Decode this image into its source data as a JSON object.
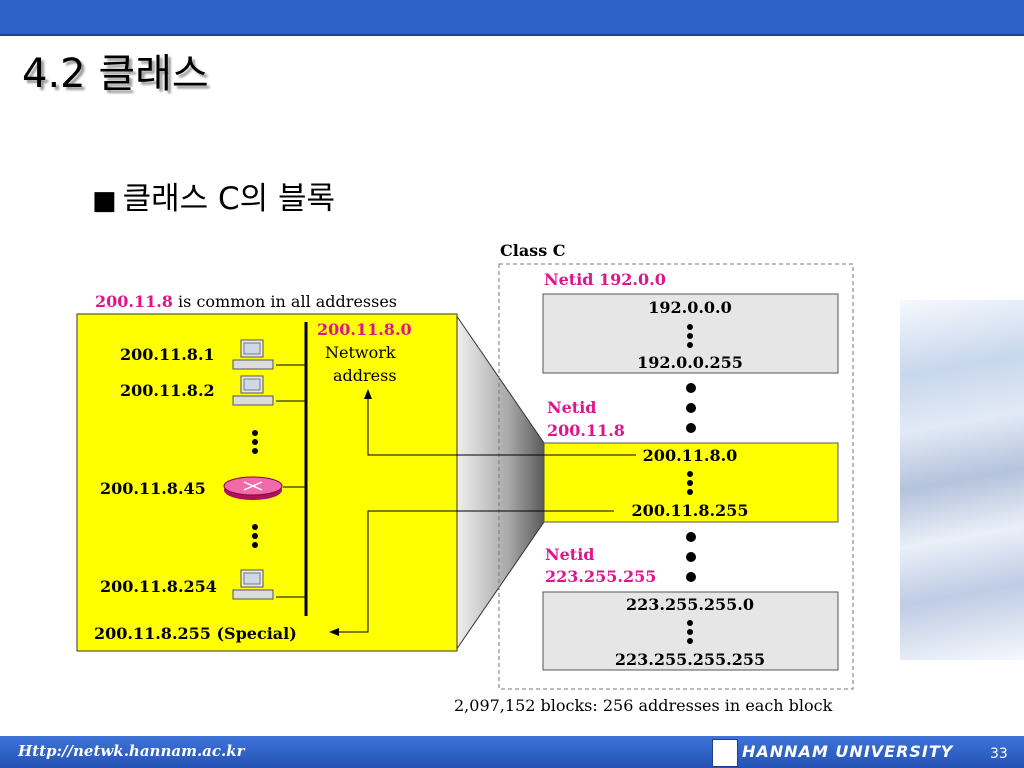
{
  "slide": {
    "title": "4.2 클래스",
    "bullet_marker": "■",
    "bullet": "클래스 C의 블록",
    "footer_url": "Http://netwk.hannam.ac.kr",
    "university": "HANNAM UNIVERSITY",
    "page": "33"
  },
  "diagram": {
    "class_title": "Class C",
    "common_prefix": "200.11.8",
    "common_suffix": " is common in all addresses",
    "hosts": [
      "200.11.8.1",
      "200.11.8.2",
      "200.11.8.45",
      "200.11.8.254"
    ],
    "special": "200.11.8.255 (Special)",
    "network_address": "200.11.8.0",
    "network_label_1": "Network",
    "network_label_2": "address",
    "blocks": [
      {
        "netid_label": "Netid 192.0.0",
        "first": "192.0.0.0",
        "last": "192.0.0.255"
      },
      {
        "netid_label_1": "Netid",
        "netid_label_2": "200.11.8",
        "first": "200.11.8.0",
        "last": "200.11.8.255"
      },
      {
        "netid_label_1": "Netid",
        "netid_label_2": "223.255.255",
        "first": "223.255.255.0",
        "last": "223.255.255.255"
      }
    ],
    "summary": "2,097,152 blocks: 256 addresses in each block",
    "colors": {
      "highlight": "#ffff00",
      "netid": "#e0148c",
      "box": "#e6e6e6"
    }
  }
}
